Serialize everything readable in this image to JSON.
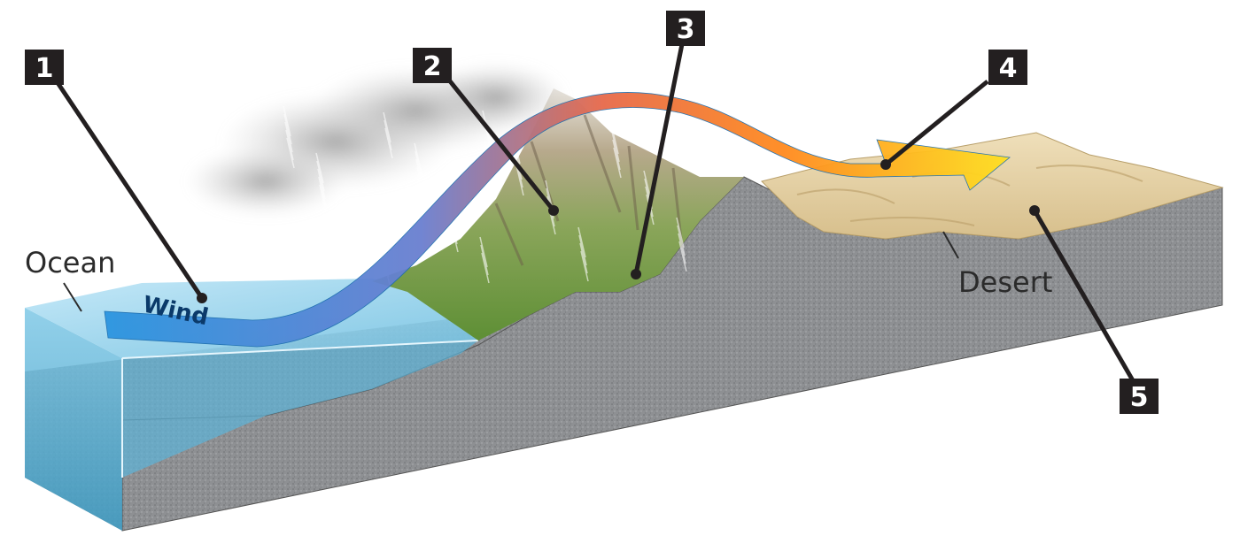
{
  "labels": {
    "ocean": "Ocean",
    "desert": "Desert",
    "wind": "Wind"
  },
  "markers": [
    {
      "number": "1"
    },
    {
      "number": "2"
    },
    {
      "number": "3"
    },
    {
      "number": "4"
    },
    {
      "number": "5"
    }
  ],
  "colors": {
    "ocean_top": "#a9dcf3",
    "ocean_side": "#5fb7d9",
    "ground": "#8d8f92",
    "desert": "#e2cda0",
    "forest": "#6f9a3e",
    "wind_cool": "#2f9be0",
    "wind_warm": "#ffd21a",
    "badge": "#231f20"
  }
}
